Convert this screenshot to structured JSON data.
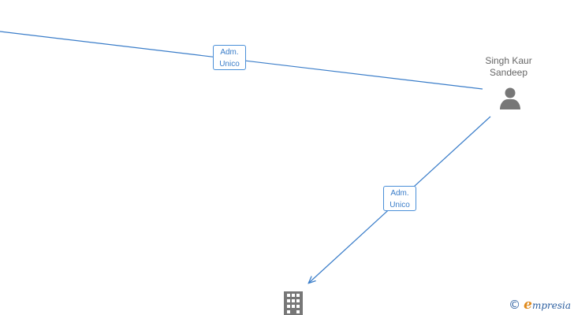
{
  "nodes": {
    "person": {
      "name_line1": "Singh Kaur",
      "name_line2": "Sandeep",
      "icon": "person-icon"
    },
    "company": {
      "icon": "building-icon"
    }
  },
  "edges": [
    {
      "label_line1": "Adm.",
      "label_line2": "Unico"
    },
    {
      "label_line1": "Adm.",
      "label_line2": "Unico"
    }
  ],
  "footer": {
    "copyright_symbol": "©",
    "brand_initial": "e",
    "brand_rest": "mpresia"
  },
  "colors": {
    "edge": "#3a7dc9",
    "node_icon": "#777777",
    "brand_blue": "#2c5fa0",
    "brand_orange": "#e08a1c"
  }
}
